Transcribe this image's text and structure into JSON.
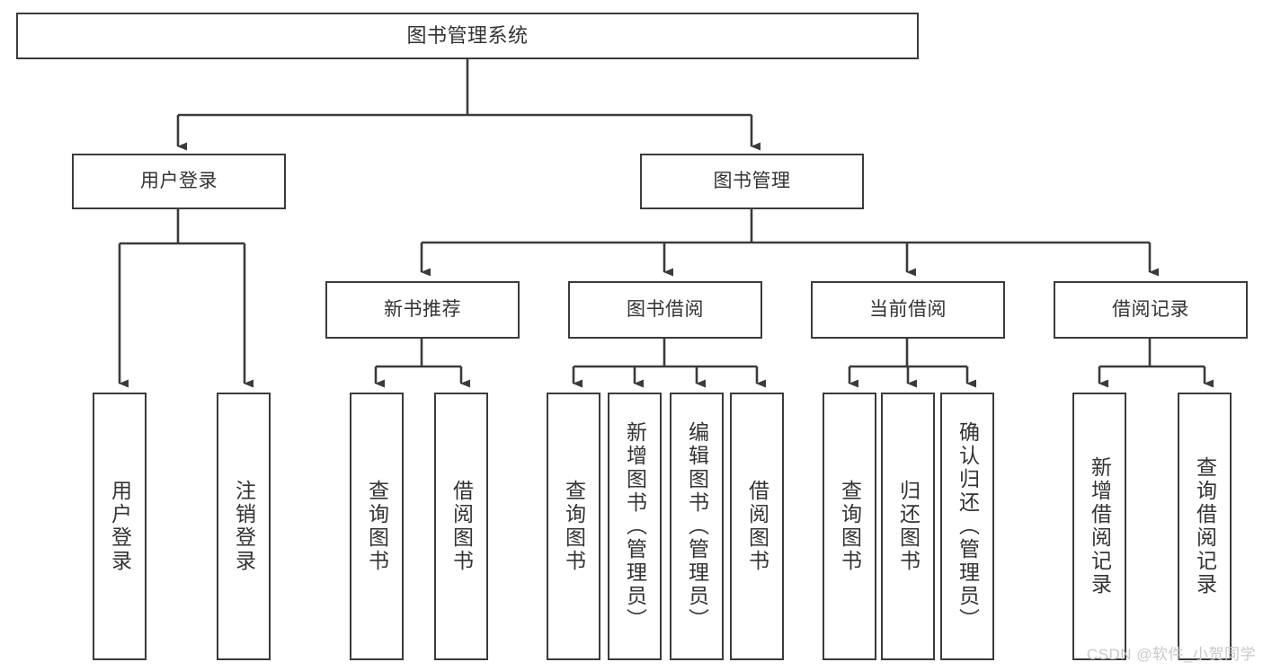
{
  "diagram": {
    "title": "图书管理系统",
    "type": "tree-hierarchy",
    "colors": {
      "box_border": "#3b3b3b",
      "box_fill": "#ffffff",
      "text": "#333333",
      "edge": "#3b3b3b",
      "watermark": "#c8c8c8",
      "background": "#ffffff"
    },
    "nodes": {
      "root": {
        "label": "图书管理系统"
      },
      "level1": [
        {
          "id": "user-login",
          "label": "用户登录"
        },
        {
          "id": "book-manage",
          "label": "图书管理"
        }
      ],
      "level2": [
        {
          "id": "new-book-recommend",
          "label": "新书推荐"
        },
        {
          "id": "book-borrow",
          "label": "图书借阅"
        },
        {
          "id": "current-borrow",
          "label": "当前借阅"
        },
        {
          "id": "borrow-record",
          "label": "借阅记录"
        }
      ],
      "leaves": {
        "user_login": [
          {
            "id": "leaf-user-login",
            "label": "用户登录"
          },
          {
            "id": "leaf-logout-login",
            "label": "注销登录"
          }
        ],
        "new_book_recommend": [
          {
            "id": "leaf-query-book-1",
            "label": "查询图书"
          },
          {
            "id": "leaf-borrow-book-1",
            "label": "借阅图书"
          }
        ],
        "book_borrow": [
          {
            "id": "leaf-query-book-2",
            "label": "查询图书"
          },
          {
            "id": "leaf-add-book-admin",
            "label": "新增图书（管理员）"
          },
          {
            "id": "leaf-edit-book-admin",
            "label": "编辑图书（管理员）"
          },
          {
            "id": "leaf-borrow-book-2",
            "label": "借阅图书"
          }
        ],
        "current_borrow": [
          {
            "id": "leaf-query-book-3",
            "label": "查询图书"
          },
          {
            "id": "leaf-return-book",
            "label": "归还图书"
          },
          {
            "id": "leaf-confirm-return-admin",
            "label": "确认归还（管理员）"
          }
        ],
        "borrow_record": [
          {
            "id": "leaf-add-borrow-record",
            "label": "新增借阅记录"
          },
          {
            "id": "leaf-query-borrow-record",
            "label": "查询借阅记录"
          }
        ]
      }
    },
    "watermark": "CSDN @软件_小贺同学"
  }
}
